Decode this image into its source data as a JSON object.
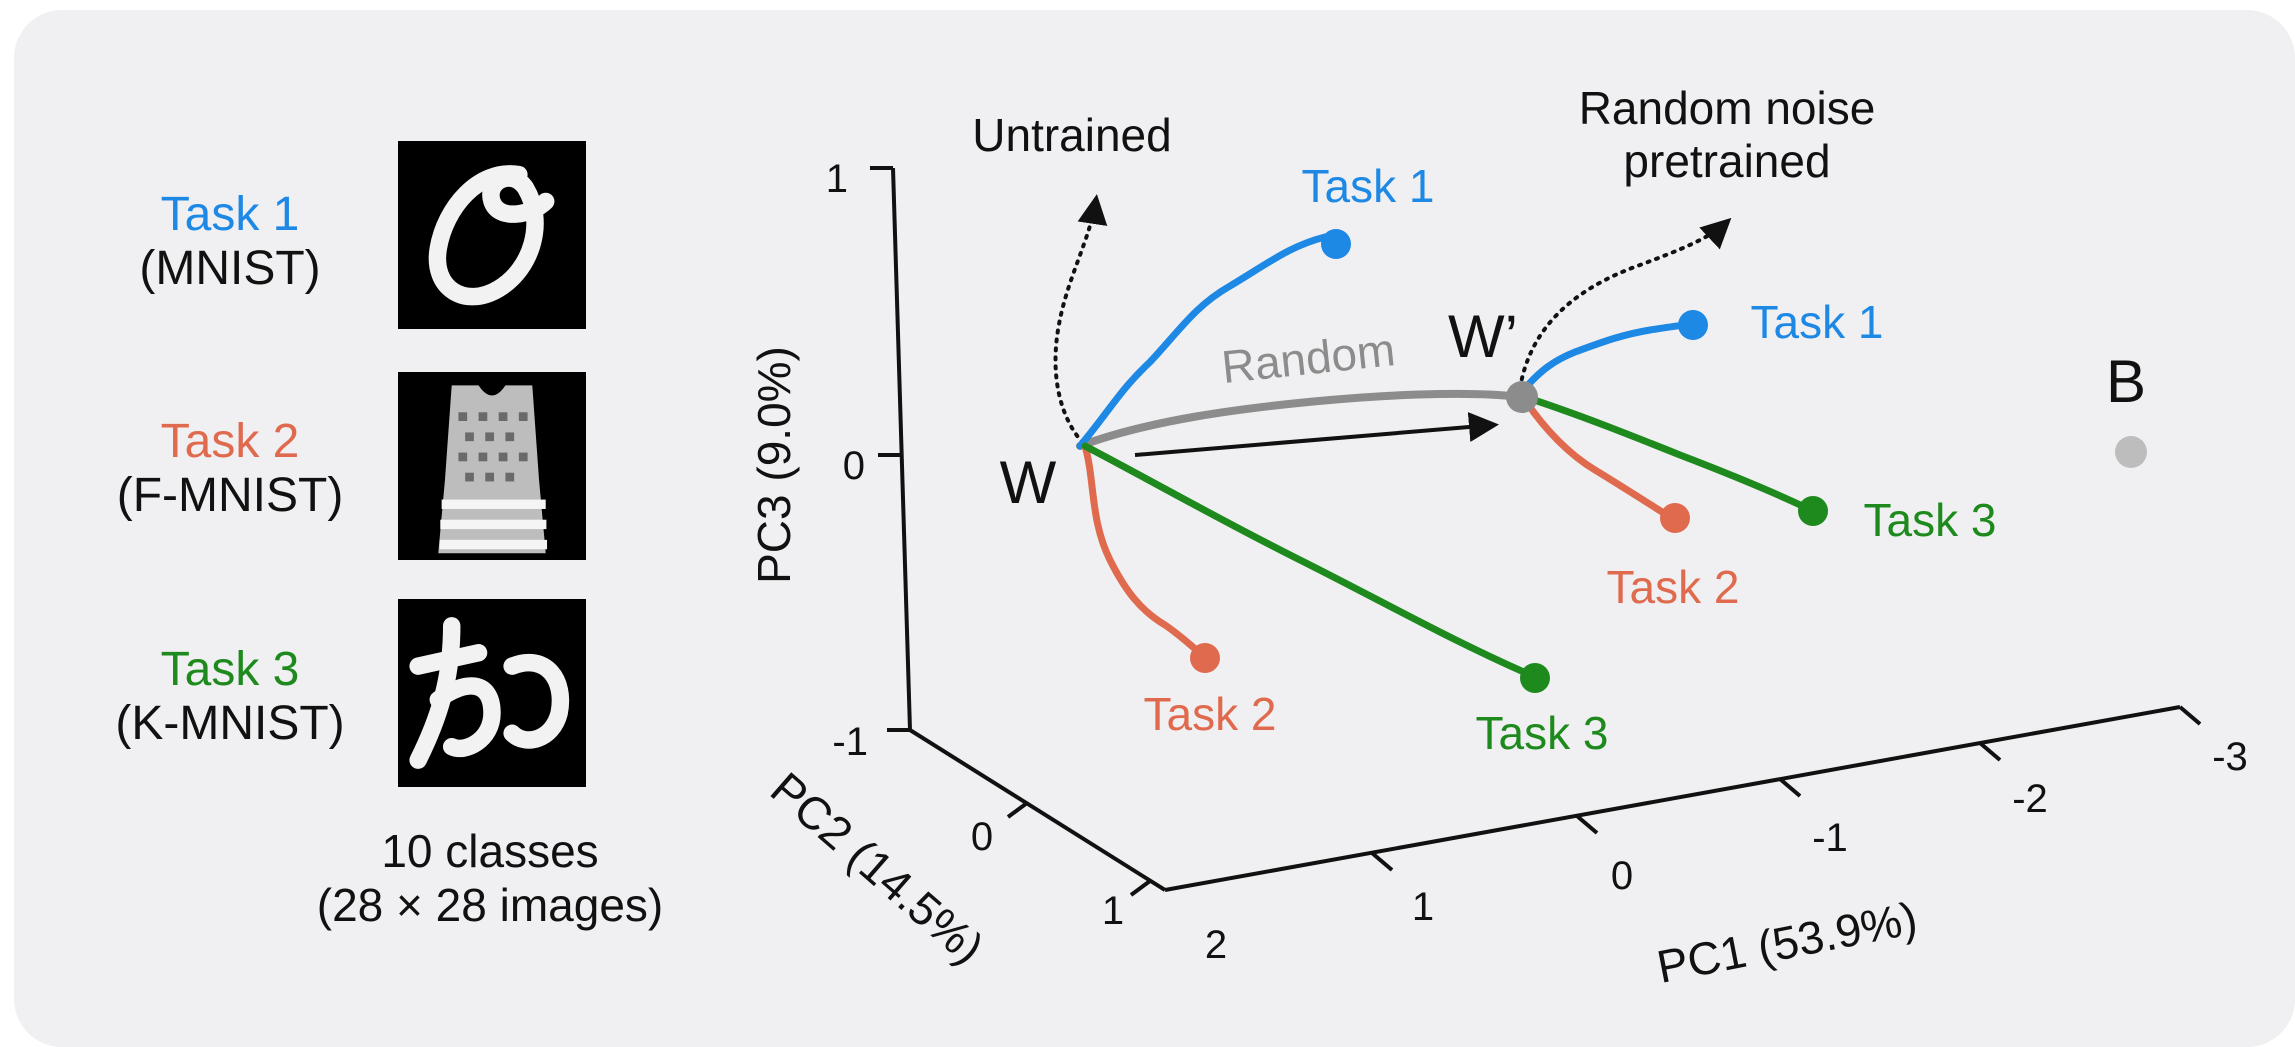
{
  "colors": {
    "task1": "#1e88e5",
    "task2": "#e06a4e",
    "task3": "#1e8a1e",
    "random": "#8c8c8c",
    "b_point": "#bdbdbd",
    "axis": "#111111",
    "panel": "#f0f0f2"
  },
  "tasks": [
    {
      "name": "Task 1",
      "dataset": "(MNIST)",
      "color": "#1e88e5",
      "thumbnail": "mnist-zero-icon"
    },
    {
      "name": "Task 2",
      "dataset": "(F-MNIST)",
      "color": "#e06a4e",
      "thumbnail": "fmnist-dress-icon"
    },
    {
      "name": "Task 3",
      "dataset": "(K-MNIST)",
      "color": "#1e8a1e",
      "thumbnail": "kmnist-character-icon"
    }
  ],
  "classes_note": {
    "line1": "10 classes",
    "line2": "(28 × 28 images)"
  },
  "plot": {
    "axes": {
      "pc1": {
        "label": "PC1 (53.9%)",
        "ticks": [
          "1",
          "0",
          "-1",
          "-2",
          "-3"
        ]
      },
      "pc2": {
        "label": "PC2 (14.5%)",
        "ticks": [
          "0",
          "1",
          "2"
        ]
      },
      "pc3": {
        "label": "PC3 (9.0%)",
        "ticks": [
          "1",
          "0",
          "-1"
        ]
      }
    },
    "points": {
      "w": "W",
      "w_prime": "W’",
      "b": "B"
    },
    "annotations": {
      "untrained": "Untrained",
      "random_noise_line1": "Random noise",
      "random_noise_line2": "pretrained",
      "random": "Random"
    },
    "trajectory_labels": {
      "from_w": {
        "task1": "Task 1",
        "task2": "Task 2",
        "task3": "Task 3"
      },
      "from_w_prime": {
        "task1": "Task 1",
        "task2": "Task 2",
        "task3": "Task 3"
      }
    }
  }
}
